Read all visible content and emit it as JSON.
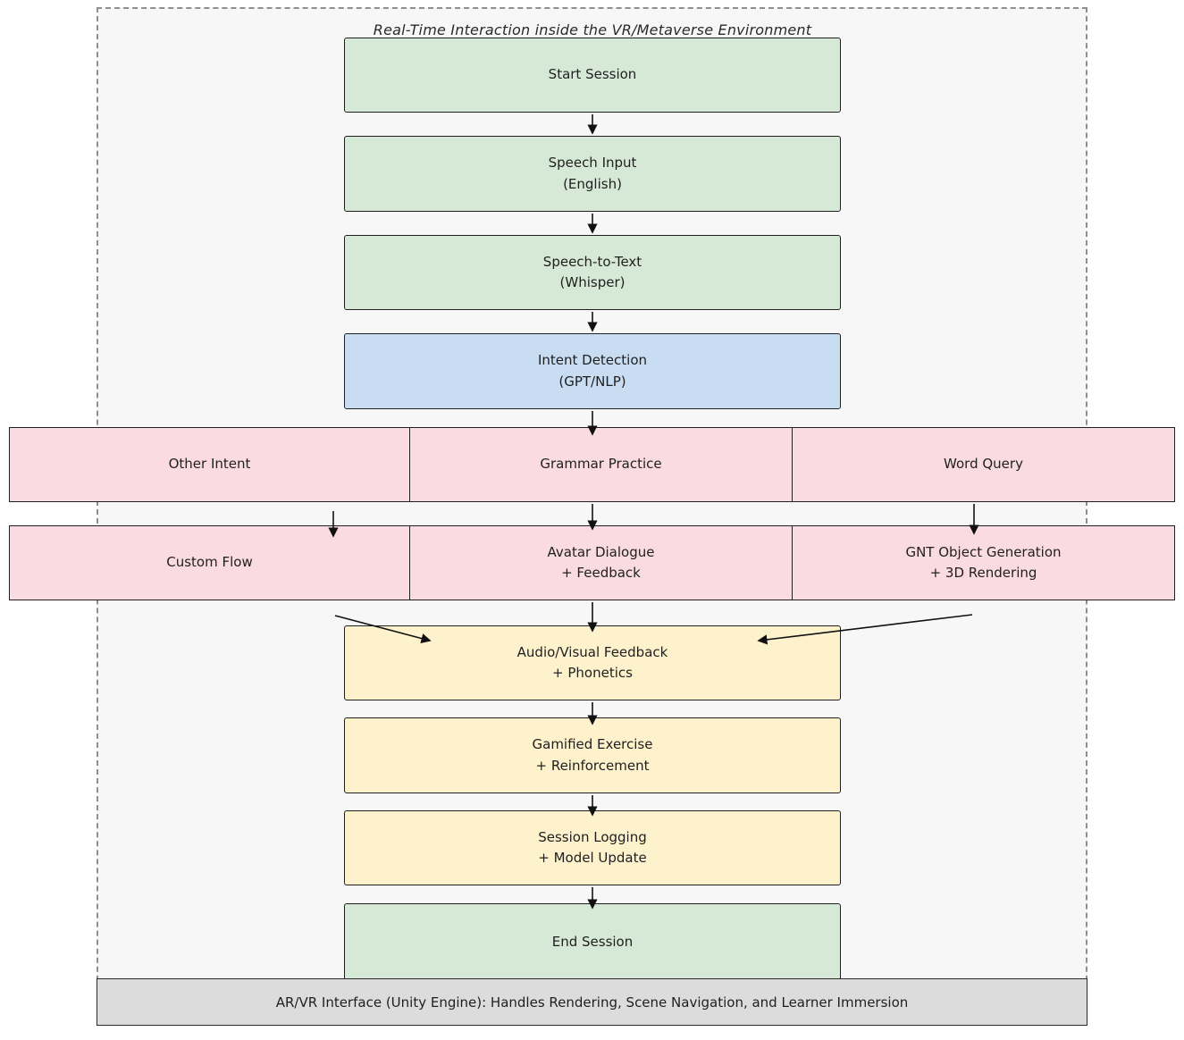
{
  "title": "Real-Time Interaction inside the VR/Metaverse Environment",
  "nodes": {
    "start_session": "Start Session",
    "speech_input": "Speech Input\n(English)",
    "speech_to_text": "Speech-to-Text\n(Whisper)",
    "intent_detection": "Intent Detection\n(GPT/NLP)",
    "other_intent": "Other Intent",
    "grammar_practice": "Grammar Practice",
    "word_query": "Word Query",
    "custom_flow": "Custom Flow",
    "avatar_dialogue": "Avatar Dialogue\n+ Feedback",
    "gnt_object": "GNT Object Generation\n+ 3D Rendering",
    "audio_visual": "Audio/Visual Feedback\n+ Phonetics",
    "gamified": "Gamified Exercise\n+ Reinforcement",
    "session_logging": "Session Logging\n+ Model Update",
    "end_session": "End Session",
    "footer": "AR/VR Interface (Unity Engine): Handles Rendering, Scene Navigation, and Learner Immersion"
  },
  "edges": [
    {
      "from": "start_session",
      "to": "speech_input"
    },
    {
      "from": "speech_input",
      "to": "speech_to_text"
    },
    {
      "from": "speech_to_text",
      "to": "intent_detection"
    },
    {
      "from": "intent_detection",
      "to": "grammar_practice"
    },
    {
      "from": "other_intent",
      "to": "custom_flow"
    },
    {
      "from": "grammar_practice",
      "to": "avatar_dialogue"
    },
    {
      "from": "word_query",
      "to": "gnt_object"
    },
    {
      "from": "custom_flow",
      "to": "audio_visual"
    },
    {
      "from": "avatar_dialogue",
      "to": "audio_visual"
    },
    {
      "from": "gnt_object",
      "to": "audio_visual"
    },
    {
      "from": "audio_visual",
      "to": "gamified"
    },
    {
      "from": "gamified",
      "to": "session_logging"
    },
    {
      "from": "session_logging",
      "to": "end_session"
    }
  ],
  "colors": {
    "green": "#d6e9d6",
    "blue": "#c9ddf2",
    "pink": "#fadbe1",
    "yellow": "#fdf2cc",
    "gray": "#dcdcdc",
    "frame_bg": "#f7f7f7",
    "arrow": "#111111"
  }
}
